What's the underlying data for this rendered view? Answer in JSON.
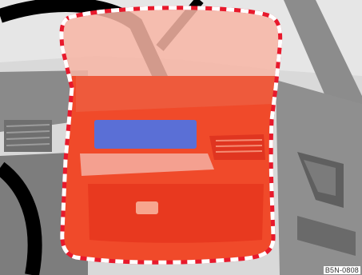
{
  "figure": {
    "reference_code": "B5N-0808"
  },
  "colors": {
    "zone_fill": "#f04a2a",
    "zone_outline": "#e8192c",
    "outline_dash": "#ffffff",
    "display_panel": "#5a6fd6",
    "interior_grey": "#9a9a9a",
    "windshield_light": "#e2e2e2"
  },
  "icons": [
    "passenger-airbag-zone-outline",
    "dashboard-air-vent",
    "door-handle"
  ]
}
